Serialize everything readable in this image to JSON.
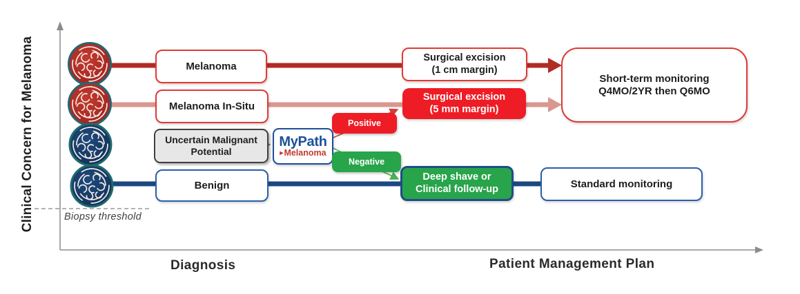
{
  "axes": {
    "y_label": "Clinical Concern for Melanoma",
    "x_label_diagnosis": "Diagnosis",
    "x_label_management": "Patient Management Plan",
    "threshold_label": "Biopsy threshold"
  },
  "diagnoses": {
    "melanoma": "Melanoma",
    "melanoma_in_situ": "Melanoma In-Situ",
    "uncertain_line1": "Uncertain Malignant",
    "uncertain_line2": "Potential",
    "benign": "Benign"
  },
  "test": {
    "logo_name": "MyPath",
    "logo_sub": "Melanoma",
    "result_positive": "Positive",
    "result_negative": "Negative"
  },
  "management": {
    "excision_1cm_line1": "Surgical excision",
    "excision_1cm_line2": "(1 cm margin)",
    "excision_5mm_line1": "Surgical excision",
    "excision_5mm_line2": "(5 mm margin)",
    "deep_shave_line1": "Deep shave or",
    "deep_shave_line2": "Clinical follow-up",
    "short_term_line1": "Short-term monitoring",
    "short_term_line2": "Q4MO/2YR then Q6MO",
    "standard": "Standard monitoring"
  },
  "colors": {
    "melanoma_line": "#b02c24",
    "in_situ_line": "#d99790",
    "benign_line": "#1b4881",
    "positive_red": "#ee1c25",
    "negative_green": "#28a44a",
    "outline_red": "#e03a34",
    "outline_blue": "#2b5ea7",
    "uncertain_gray": "#e8e7e7",
    "logo_blue": "#1b4f9c",
    "logo_red": "#c23b2e",
    "axis_gray": "#8c8c8c"
  }
}
